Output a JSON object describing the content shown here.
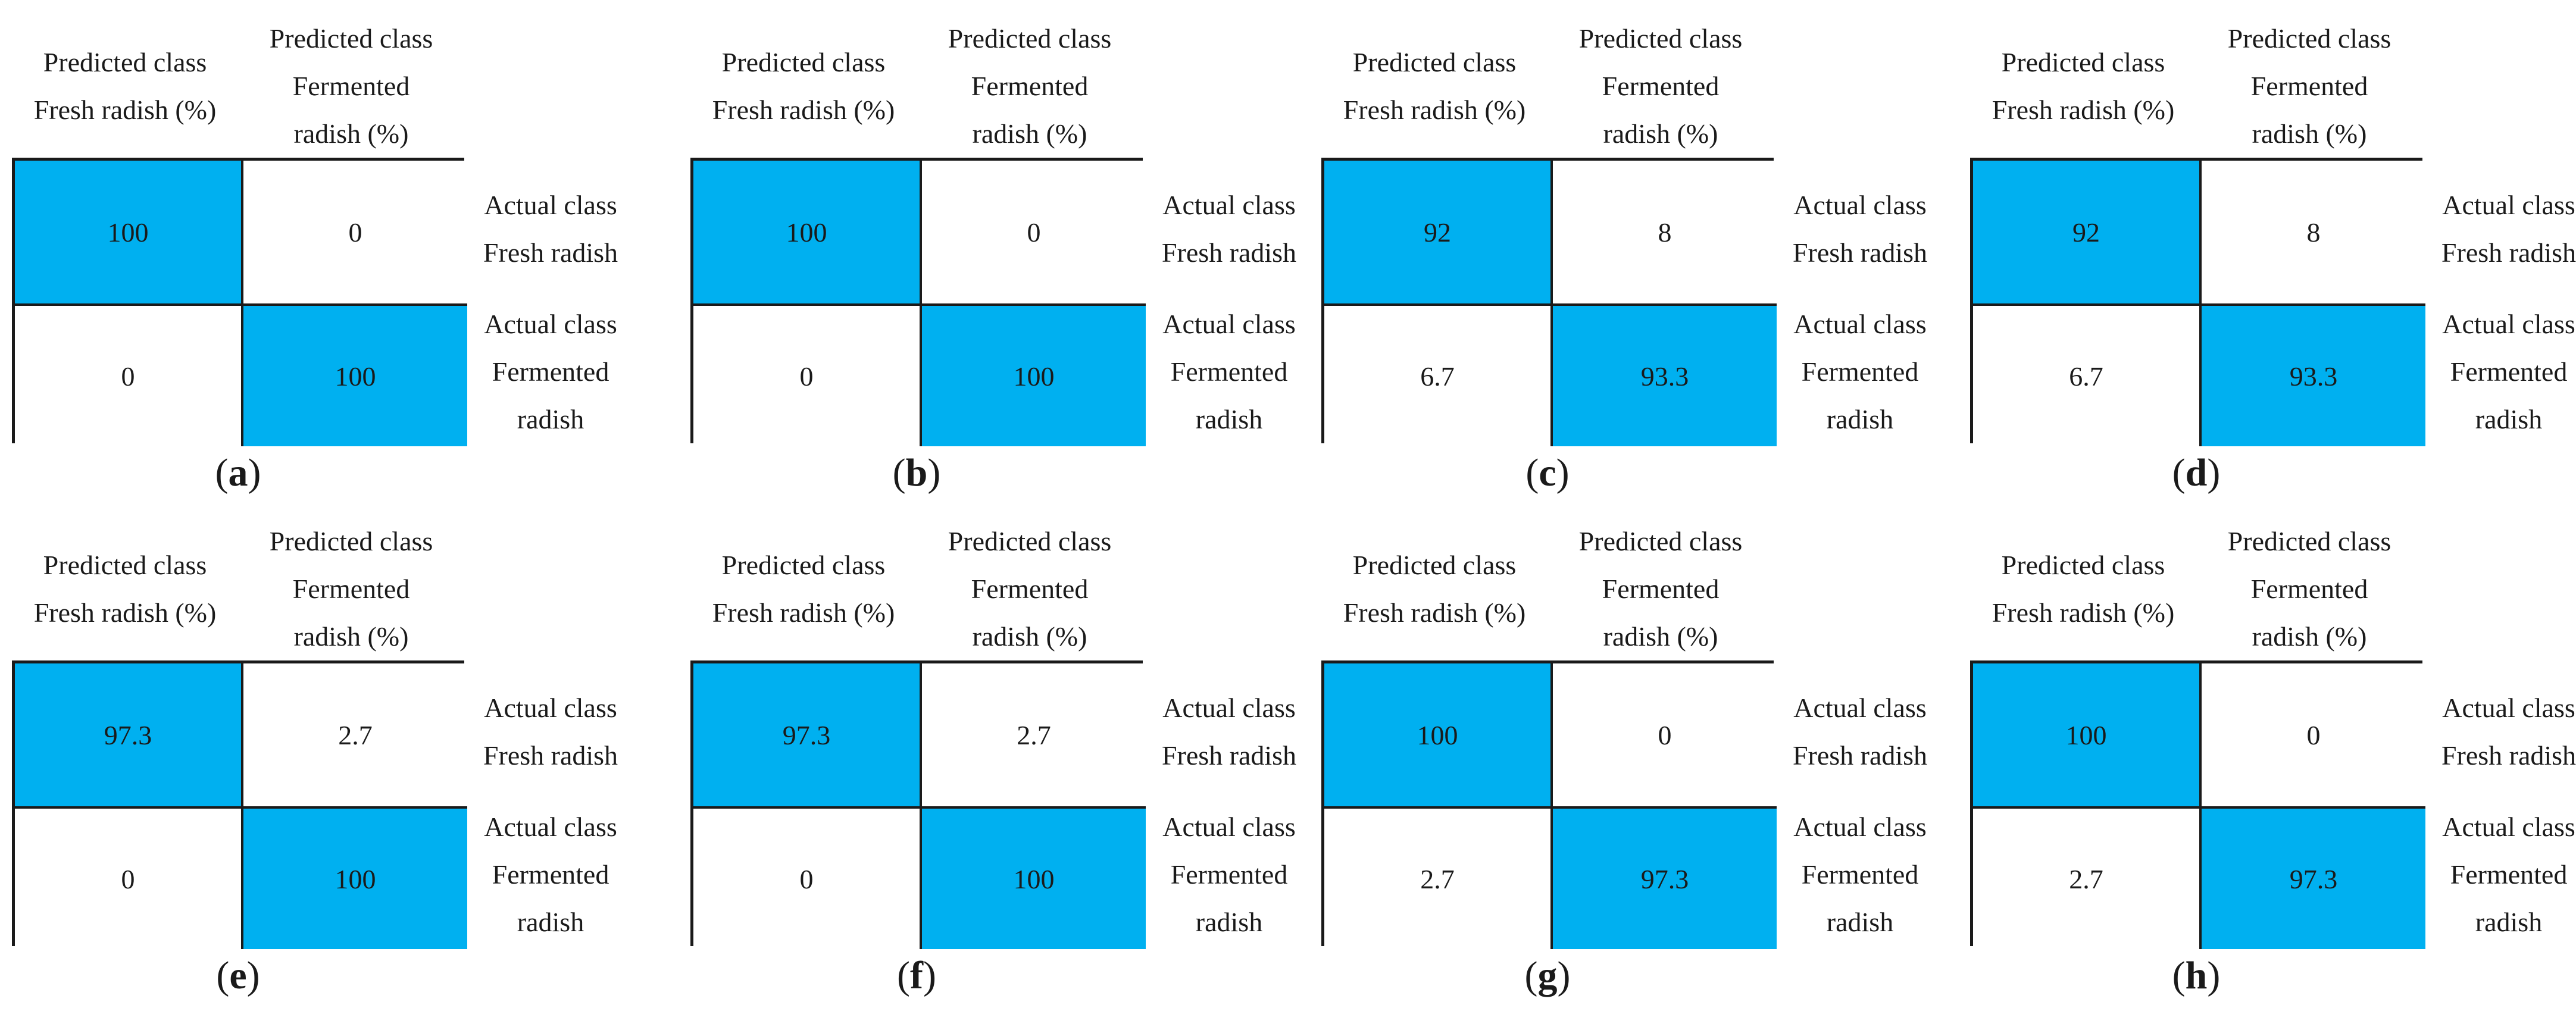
{
  "chart_data": {
    "type": "table",
    "panel_type": "confusion_matrix",
    "highlight_color": "#00b0f0",
    "col_headers": [
      [
        "Predicted class",
        "Fresh radish (%)"
      ],
      [
        "Predicted class",
        "Fermented",
        "radish (%)"
      ]
    ],
    "row_headers": [
      [
        "Actual class",
        "Fresh radish"
      ],
      [
        "Actual class",
        "Fermented",
        "radish"
      ]
    ],
    "panels": [
      {
        "label": "a",
        "values": [
          [
            "100",
            "0"
          ],
          [
            "0",
            "100"
          ]
        ]
      },
      {
        "label": "b",
        "values": [
          [
            "100",
            "0"
          ],
          [
            "0",
            "100"
          ]
        ]
      },
      {
        "label": "c",
        "values": [
          [
            "92",
            "8"
          ],
          [
            "6.7",
            "93.3"
          ]
        ]
      },
      {
        "label": "d",
        "values": [
          [
            "92",
            "8"
          ],
          [
            "6.7",
            "93.3"
          ]
        ]
      },
      {
        "label": "e",
        "values": [
          [
            "97.3",
            "2.7"
          ],
          [
            "0",
            "100"
          ]
        ]
      },
      {
        "label": "f",
        "values": [
          [
            "97.3",
            "2.7"
          ],
          [
            "0",
            "100"
          ]
        ]
      },
      {
        "label": "g",
        "values": [
          [
            "100",
            "0"
          ],
          [
            "2.7",
            "97.3"
          ]
        ]
      },
      {
        "label": "h",
        "values": [
          [
            "100",
            "0"
          ],
          [
            "2.7",
            "97.3"
          ]
        ]
      }
    ]
  }
}
